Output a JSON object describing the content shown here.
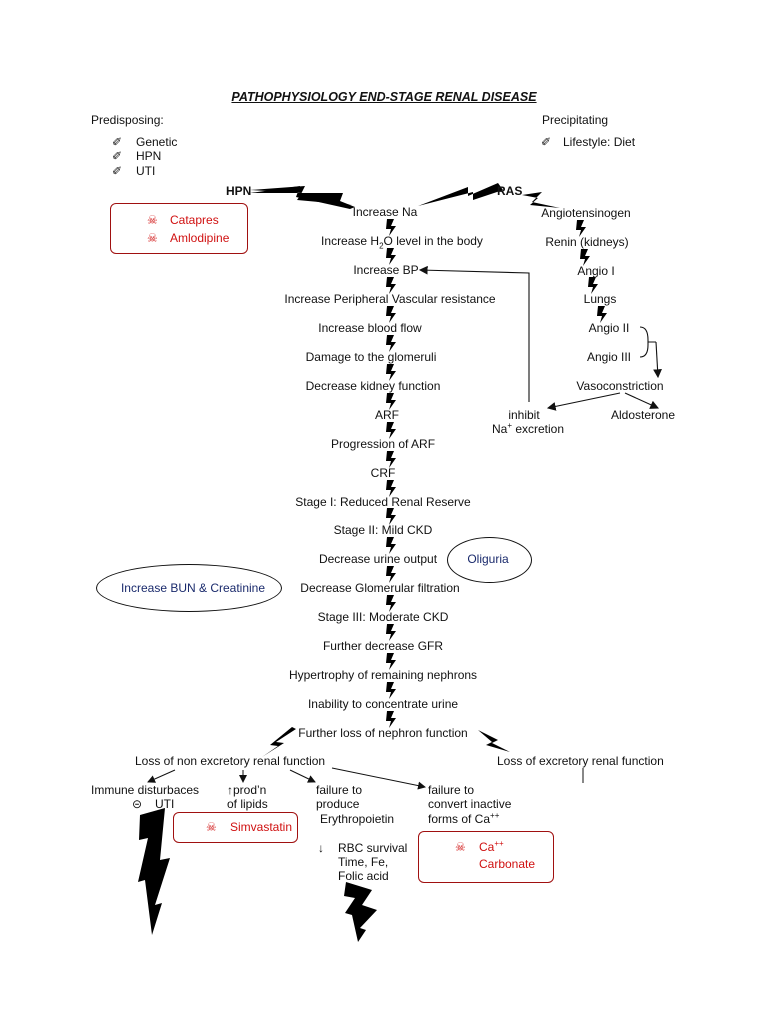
{
  "title": "PATHOPHYSIOLOGY END-STAGE RENAL DISEASE",
  "predisposing": {
    "heading": "Predisposing:",
    "items": [
      "Genetic",
      "HPN",
      "UTI"
    ]
  },
  "precipitating": {
    "heading": "Precipitating",
    "items": [
      "Lifestyle: Diet"
    ]
  },
  "labels": {
    "hpn": "HPN",
    "ras": "RAS"
  },
  "drugs": {
    "box1": [
      "Catapres",
      "Amlodipine"
    ],
    "simvastatin": "Simvastatin",
    "ca_line1": "Ca",
    "ca_sup": "++",
    "ca_line2": "Carbonate"
  },
  "main_chain": {
    "increase_na": "Increase Na",
    "h2o_a": "Increase H",
    "h2o_sub": "2",
    "h2o_b": "O level in the body",
    "increase_bp": "Increase BP",
    "pvr": "Increase Peripheral Vascular resistance",
    "blood_flow": "Increase blood flow",
    "glomeruli": "Damage to the glomeruli",
    "kidney_fn": "Decrease kidney function",
    "arf": "ARF",
    "prog_arf": "Progression of ARF",
    "crf": "CRF",
    "stage1": "Stage I: Reduced Renal Reserve",
    "stage2": "Stage II: Mild CKD",
    "urine_output": "Decrease urine output",
    "gfr_decrease": "Decrease Glomerular filtration",
    "stage3": "Stage III: Moderate CKD",
    "further_gfr": "Further decrease GFR",
    "hypertrophy": "Hypertrophy of remaining nephrons",
    "concentrate": "Inability to concentrate urine",
    "nephron_loss": "Further loss of nephron function"
  },
  "ras_chain": {
    "angiotensinogen": "Angiotensinogen",
    "renin": "Renin (kidneys)",
    "angio1": "Angio I",
    "lungs": "Lungs",
    "angio2": "Angio II",
    "angio3": "Angio III",
    "vasoconstriction": "Vasoconstriction",
    "inhibit": "inhibit",
    "na_a": "Na",
    "na_sup": "+",
    "na_b": " excretion",
    "aldosterone": "Aldosterone"
  },
  "ovals": {
    "oliguria": "Oliguria",
    "bun": "Increase BUN & Creatinine"
  },
  "bottom": {
    "non_excretory": "Loss of non excretory renal function",
    "excretory": "Loss of excretory renal function",
    "immune": "Immune disturbaces",
    "immune_sym": "⊝",
    "uti": "UTI",
    "lipids_a": "↑prod’n",
    "lipids_b": "of lipids",
    "epo_a": "failure to",
    "epo_b": "produce",
    "epo_c": "Erythropoietin",
    "ca_a": "failure to",
    "ca_b": "convert inactive",
    "ca_c": "forms of Ca",
    "ca_sup": "++",
    "rbc_arrow": "↓",
    "rbc_a": "RBC survival",
    "rbc_b": "Time, Fe,",
    "rbc_c": "Folic acid"
  },
  "icons": {
    "bullet": "pushpin-icon",
    "drug": "skull-crossbones-icon"
  },
  "colors": {
    "drug_text": "#d01010",
    "drug_box_border": "#a01010",
    "oval_text": "#1a2a6c",
    "bolt": "#000000"
  }
}
